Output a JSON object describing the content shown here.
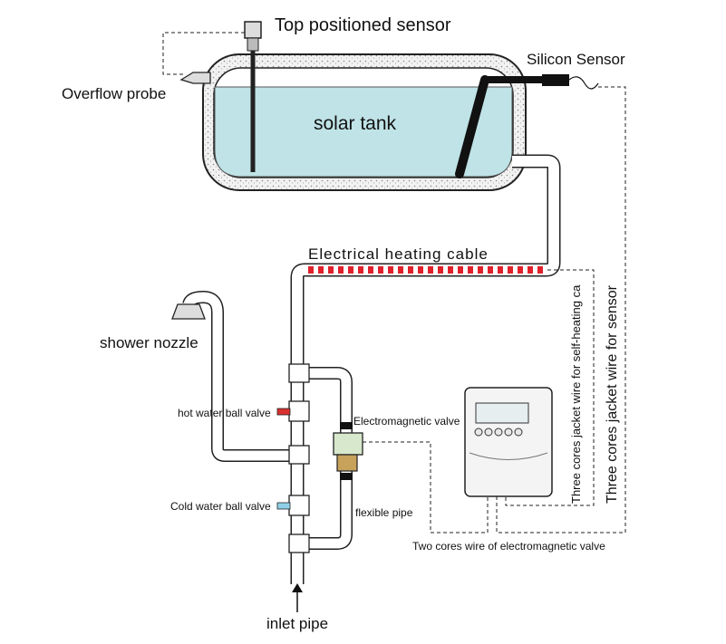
{
  "labels": {
    "top_sensor": "Top positioned sensor",
    "silicon_sensor": "Silicon Sensor",
    "overflow_probe": "Overflow probe",
    "solar_tank": "solar tank",
    "heating_cable": "Electrical heating cable",
    "shower_nozzle": "shower nozzle",
    "hot_valve": "hot water ball valve",
    "electro_valve": "Electromagnetic valve",
    "cold_valve": "Cold water ball valve",
    "flexible_pipe": "flexible pipe",
    "two_cores": "Two cores wire of electromagnetic valve",
    "three_cores_heating": "Three cores jacket wire for self-heating ca",
    "three_cores_sensor": "Three cores jacket wire for sensor",
    "inlet_pipe": "inlet pipe"
  },
  "colors": {
    "water": "#bfe3e6",
    "heating_red": "#e0202a",
    "hot_valve": "#d93030",
    "cold_valve": "#8fd0e8"
  }
}
